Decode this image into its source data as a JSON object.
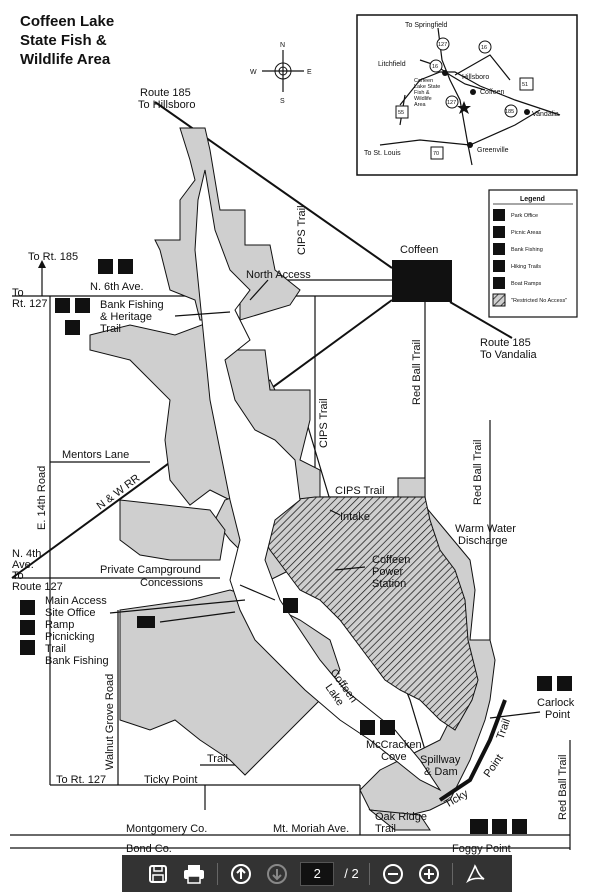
{
  "title_lines": [
    "Coffeen Lake",
    "State Fish &",
    "Wildlife Area"
  ],
  "compass": {
    "n": "N",
    "s": "S",
    "e": "E",
    "w": "W"
  },
  "inset": {
    "to_springfield": "To Springfield",
    "litchfield": "Litchfield",
    "hillsboro": "Hillsboro",
    "coffeen": "Coffeen",
    "vandalia": "Vandalia",
    "greenville": "Greenville",
    "to_st_louis": "To St. Louis",
    "area_lines": [
      "Coffeen",
      "Lake State",
      "Fish &",
      "Wildlife",
      "Area"
    ],
    "shields": {
      "r127": "127",
      "r16a": "16",
      "r16b": "16",
      "r127b": "127",
      "r51": "51",
      "r185": "185",
      "r55": "55",
      "r70": "70"
    }
  },
  "legend": {
    "title": "Legend",
    "items": [
      "Park Office",
      "Picnic Areas",
      "Bank Fishing",
      "Hiking Trails",
      "Boat Ramps",
      "\"Restricted No Access\""
    ]
  },
  "labels": {
    "route185_hillsboro": [
      "Route 185",
      "To Hillsboro"
    ],
    "route185_vandalia": [
      "Route 185",
      "To Vandalia"
    ],
    "coffeen": "Coffeen",
    "to_rt185": "To Rt. 185",
    "n6th": "N. 6th Ave.",
    "to_rt127_top": [
      "To",
      "Rt. 127"
    ],
    "north_access": "North Access",
    "bank_fishing_heritage": [
      "Bank Fishing",
      "& Heritage",
      "Trail"
    ],
    "cips_trail_top": "CIPS Trail",
    "cips_trail_mid": "CIPS Trail",
    "cips_trail_h": "CIPS Trail",
    "red_ball_trail_1": "Red Ball Trail",
    "red_ball_trail_2": "Red Ball Trail",
    "red_ball_trail_3": "Red Ball Trail",
    "mentors_lane": "Mentors Lane",
    "e14th": "E. 14th Road",
    "nw_rr": "N & W RR",
    "intake": "Intake",
    "warm_water": [
      "Warm Water",
      "Discharge"
    ],
    "n4th": [
      "N. 4th",
      "Ave.",
      "To"
    ],
    "route127": "Route 127",
    "private_campground": [
      "Private Campground",
      "Concessions"
    ],
    "power_station": [
      "Coffeen",
      "Power",
      "Station"
    ],
    "main_access": [
      "Main Access",
      "Site Office",
      "Ramp",
      "Picnicking",
      "Trail",
      "Bank Fishing"
    ],
    "coffeen_lake": [
      "Coffeen",
      "Lake"
    ],
    "walnut_grove": "Walnut Grove Road",
    "carlock": [
      "Carlock",
      "Point"
    ],
    "mccracken": [
      "McCracken",
      "Cove"
    ],
    "spillway": [
      "Spillway",
      "& Dam"
    ],
    "trail": "Trail",
    "to_rt127_bottom": "To Rt. 127",
    "ticky_point": "Ticky Point",
    "ticky_point_trail_a": "Ticky",
    "ticky_point_trail_b": "Point",
    "ticky_point_trail_c": "Trail",
    "oak_ridge": [
      "Oak Ridge",
      "Trail"
    ],
    "montgomery": "Montgomery Co.",
    "mt_moriah": "Mt. Moriah Ave.",
    "bond": "Bond Co.",
    "foggy_point": "Foggy Point"
  },
  "toolbar": {
    "page_current": "2",
    "page_total": "/ 2"
  }
}
